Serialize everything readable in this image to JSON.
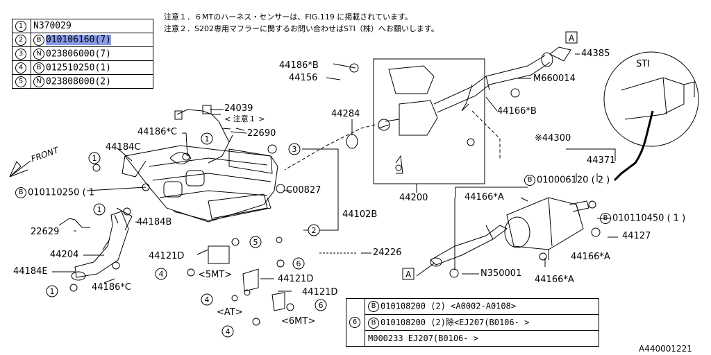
{
  "notes": {
    "note1": "注意１．６MTのハーネス・センサーは、FIG.119 に掲載されています。",
    "note2": "注意２．S202専用マフラーに関するお問い合わせはSTI（株）へお願いします。"
  },
  "parts_table": {
    "rows": [
      {
        "num": "1",
        "prefix": "",
        "code": "N370029"
      },
      {
        "num": "2",
        "prefix": "B",
        "code": "010106160(7)"
      },
      {
        "num": "3",
        "prefix": "N",
        "code": "023806000(7)"
      },
      {
        "num": "4",
        "prefix": "B",
        "code": "012510250(1)"
      },
      {
        "num": "5",
        "prefix": "N",
        "code": "023808000(2)"
      }
    ]
  },
  "labels": {
    "front": "FRONT",
    "p24039": "24039",
    "p24039_note": "< 注意１ >",
    "p22690": "22690",
    "p44186c_top": "44186*C",
    "p44184c": "44184C",
    "b010110250": "010110250 ( 1",
    "p22629": "22629",
    "p44184b": "44184B",
    "p44204": "44204",
    "p44184e": "44184E",
    "p44186c_bottom": "44186*C",
    "p44186b": "44186*B",
    "p44156": "44156",
    "p44284": "44284",
    "p44385": "44385",
    "m660014": "M660014",
    "p44166b": "44166*B",
    "p44200": "44200",
    "c00827": "C00827",
    "p44102b": "44102B",
    "p24226": "24226",
    "p44121d_a": "44121D",
    "mt5": "<5MT>",
    "p44121d_b": "44121D",
    "p44121d_c": "44121D",
    "at": "<AT>",
    "mt6": "<6MT>",
    "sti": "STI",
    "p44300": "※44300",
    "p44371": "44371",
    "b010006120": "010006120 ( 2 )",
    "p44166a_1": "44166*A",
    "b010110450": "010110450 ( 1 )",
    "p44127": "44127",
    "p44166a_2": "44166*A",
    "n350001": "N350001",
    "p44166a_3": "44166*A",
    "ref_a": "A",
    "figure_id": "A440001221"
  },
  "bolt_table": {
    "rows": [
      {
        "prefix": "B",
        "text": "010108200 (2) <A0002-A0108>"
      },
      {
        "prefix": "B",
        "text": "010108200 (2)除<EJ207(B0106-   >"
      },
      {
        "prefix": "",
        "text": "M000233        EJ207(B0106-    >"
      }
    ],
    "number": "6"
  }
}
